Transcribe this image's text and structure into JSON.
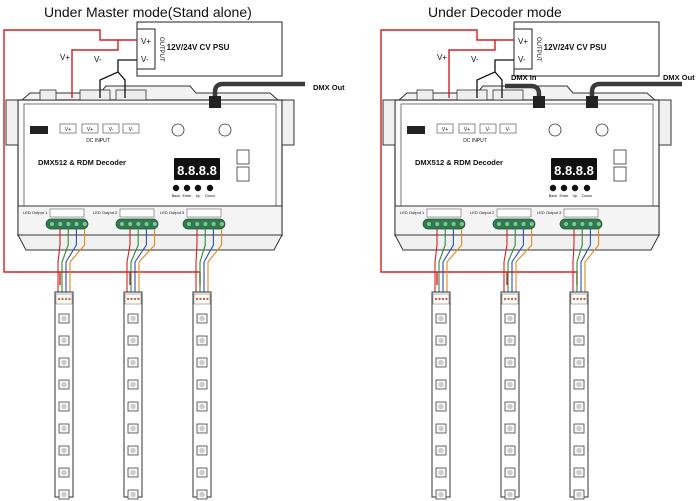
{
  "panels": [
    {
      "title": "Under Master mode(Stand alone)",
      "psu": {
        "label": "12V/24V CV PSU",
        "output_label": "OUTPUT",
        "vplus": "V+",
        "vminus": "V-"
      },
      "wire_labels": {
        "vplus": "V+",
        "vminus": "V-"
      },
      "dmx": {
        "out": "DMX Out",
        "in": ""
      },
      "decoder": {
        "name": "DMX512 & RDM Decoder",
        "display": "8.8.8.8",
        "buttons": [
          "Back",
          "Enter",
          "Up",
          "Down"
        ],
        "dc_input": "DC INPUT",
        "terminals": [
          "V+",
          "V+",
          "V-",
          "V-"
        ],
        "outputs": [
          "LED Output 1",
          "LED Output 2",
          "LED Output 3"
        ]
      }
    },
    {
      "title": "Under Decoder mode",
      "psu": {
        "label": "12V/24V CV PSU",
        "output_label": "OUTPUT",
        "vplus": "V+",
        "vminus": "V-"
      },
      "wire_labels": {
        "vplus": "V+",
        "vminus": "V-"
      },
      "dmx": {
        "out": "DMX Out",
        "in": "DMX In"
      },
      "decoder": {
        "name": "DMX512 & RDM Decoder",
        "display": "8.8.8.8",
        "buttons": [
          "Back",
          "Enter",
          "Up",
          "Down"
        ],
        "dc_input": "DC INPUT",
        "terminals": [
          "V+",
          "V+",
          "V-",
          "V-"
        ],
        "outputs": [
          "LED Output 1",
          "LED Output 2",
          "LED Output 3"
        ]
      }
    }
  ],
  "colors": {
    "vplus_wire": "#d42020",
    "vminus_wire": "#111111",
    "wire_r": "#d42020",
    "wire_g": "#2a8a3a",
    "wire_b": "#2a4fb0",
    "wire_w": "#e08a1a",
    "terminal": "#2f7d4f",
    "cable": "#3a3a3a"
  }
}
